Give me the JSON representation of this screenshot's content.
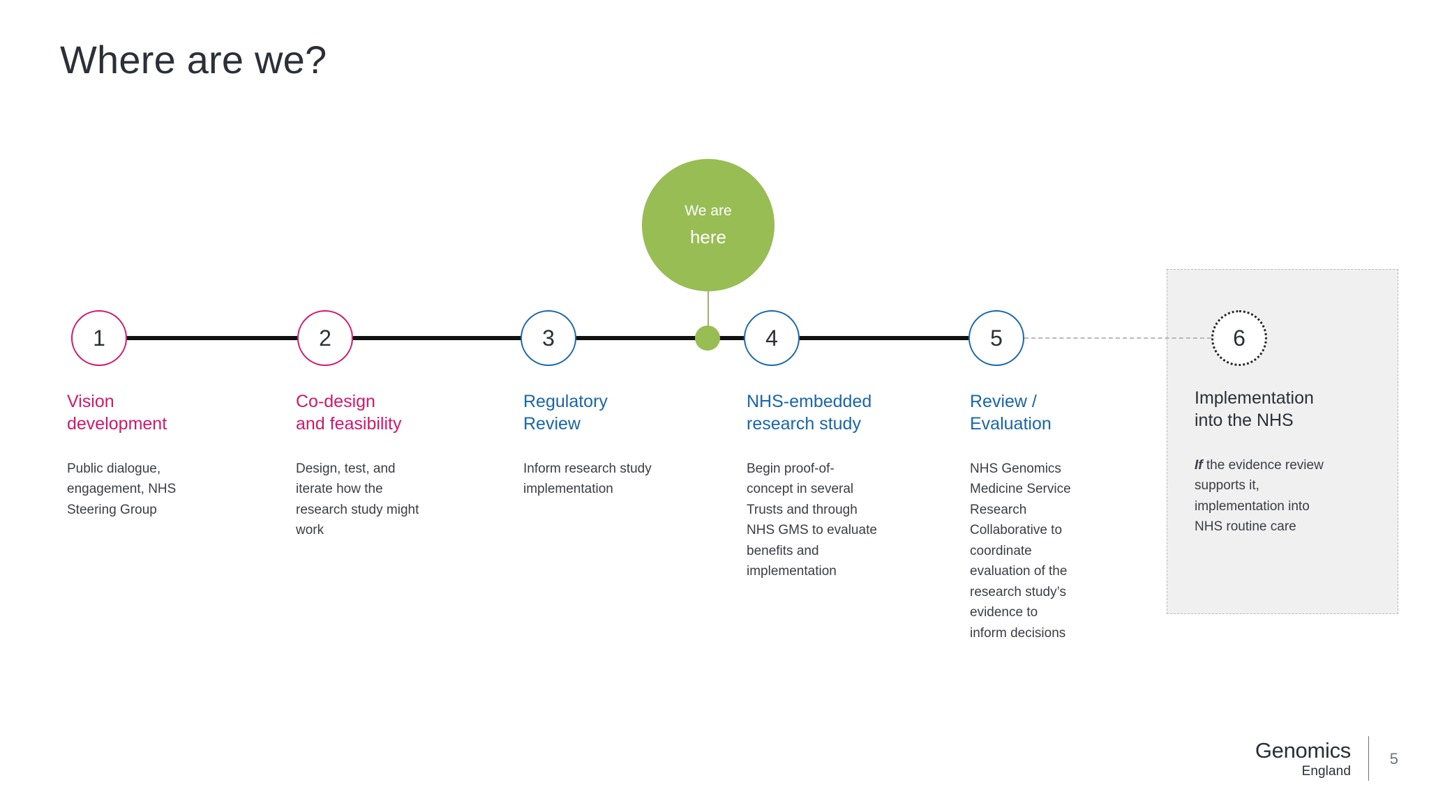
{
  "slide": {
    "title": "Where are we?",
    "page_number": "5"
  },
  "marker": {
    "line1": "We are",
    "line2": "here",
    "color": "#98bd55"
  },
  "colors": {
    "pink": "#d6176e",
    "blue": "#1667ad",
    "green": "#98bd55",
    "dark": "#2b2f38",
    "panel_bg": "#f0f0f0",
    "panel_border": "#b9b9b9"
  },
  "steps": [
    {
      "number": "1",
      "heading": "Vision\ndevelopment",
      "body": "Public dialogue,\nengagement, NHS\nSteering Group",
      "accent": "pink",
      "circle_style": "solid"
    },
    {
      "number": "2",
      "heading": "Co-design\nand feasibility",
      "body": "Design, test, and\niterate how the\nresearch study might\nwork",
      "accent": "pink",
      "circle_style": "solid"
    },
    {
      "number": "3",
      "heading": "Regulatory\nReview",
      "body": "Inform research study\nimplementation",
      "accent": "blue",
      "circle_style": "solid"
    },
    {
      "number": "4",
      "heading": "NHS-embedded\nresearch study",
      "body": "Begin proof-of-\nconcept in several\nTrusts and through\nNHS GMS to evaluate\nbenefits and\nimplementation",
      "accent": "blue",
      "circle_style": "solid"
    },
    {
      "number": "5",
      "heading": "Review /\nEvaluation",
      "body": "NHS Genomics\nMedicine Service\nResearch\nCollaborative to\ncoordinate\nevaluation of the\nresearch study’s\nevidence to\ninform decisions",
      "accent": "blue",
      "circle_style": "solid"
    },
    {
      "number": "6",
      "heading": "Implementation\ninto the NHS",
      "body_prefix": "If",
      "body": " the evidence review\nsupports it,\nimplementation into\nNHS routine care",
      "accent": "dark",
      "circle_style": "dotted"
    }
  ],
  "footer": {
    "logo_main": "Genomics",
    "logo_sub": "England"
  }
}
